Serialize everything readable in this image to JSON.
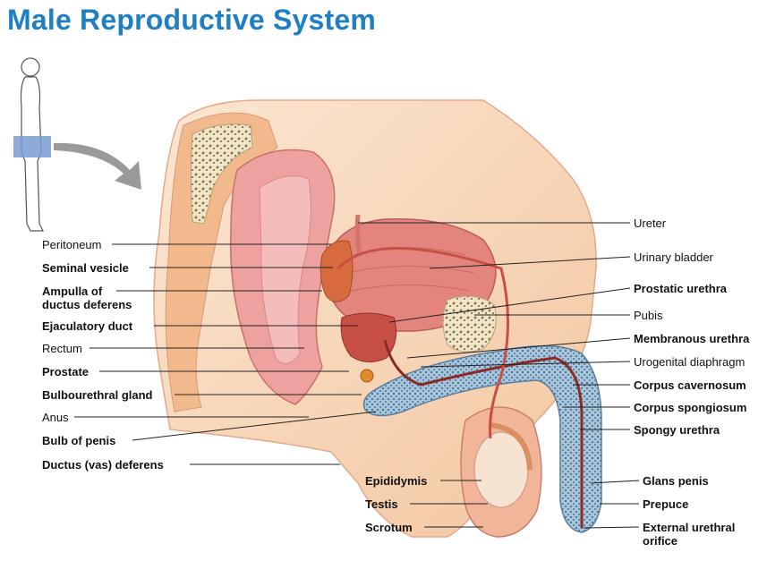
{
  "title": "Male Reproductive System",
  "labels_left": [
    {
      "id": "peritoneum",
      "text": "Peritoneum",
      "bold": false
    },
    {
      "id": "seminal-vesicle",
      "text": "Seminal vesicle",
      "bold": true
    },
    {
      "id": "ampulla",
      "text": "Ampulla of",
      "text2": "ductus deferens",
      "bold": true
    },
    {
      "id": "ejaculatory-duct",
      "text": "Ejaculatory duct",
      "bold": true
    },
    {
      "id": "rectum",
      "text": "Rectum",
      "bold": false
    },
    {
      "id": "prostate",
      "text": "Prostate",
      "bold": true
    },
    {
      "id": "bulbourethral-gland",
      "text": "Bulbourethral gland",
      "bold": true
    },
    {
      "id": "anus",
      "text": "Anus",
      "bold": false
    },
    {
      "id": "bulb-of-penis",
      "text": "Bulb of penis",
      "bold": true
    },
    {
      "id": "ductus-deferens",
      "text": "Ductus (vas) deferens",
      "bold": true
    }
  ],
  "labels_right": [
    {
      "id": "ureter",
      "text": "Ureter",
      "bold": false
    },
    {
      "id": "urinary-bladder",
      "text": "Urinary bladder",
      "bold": false
    },
    {
      "id": "prostatic-urethra",
      "text": "Prostatic urethra",
      "bold": true
    },
    {
      "id": "pubis",
      "text": "Pubis",
      "bold": false
    },
    {
      "id": "membranous-urethra",
      "text": "Membranous urethra",
      "bold": true
    },
    {
      "id": "urogenital-diaphragm",
      "text": "Urogenital diaphragm",
      "bold": false
    },
    {
      "id": "corpus-cavernosum",
      "text": "Corpus cavernosum",
      "bold": true
    },
    {
      "id": "corpus-spongiosum",
      "text": "Corpus spongiosum",
      "bold": true
    },
    {
      "id": "spongy-urethra",
      "text": "Spongy urethra",
      "bold": true
    },
    {
      "id": "glans-penis",
      "text": "Glans penis",
      "bold": true
    },
    {
      "id": "prepuce",
      "text": "Prepuce",
      "bold": true
    },
    {
      "id": "external-urethral-orifice",
      "text": "External urethral",
      "text2": "orifice",
      "bold": true
    }
  ],
  "labels_bottom": [
    {
      "id": "epididymis",
      "text": "Epididymis",
      "bold": true
    },
    {
      "id": "testis",
      "text": "Testis",
      "bold": true
    },
    {
      "id": "scrotum",
      "text": "Scrotum",
      "bold": true
    }
  ],
  "colors": {
    "title": "#1f7fc4",
    "skin": "#f8dcc0",
    "fat": "#f4c39a",
    "muscle": "#e07a72",
    "spongy_tissue": "#7fa6c2",
    "bone": "#efe4c6",
    "indicator": "#7a9bd2"
  }
}
